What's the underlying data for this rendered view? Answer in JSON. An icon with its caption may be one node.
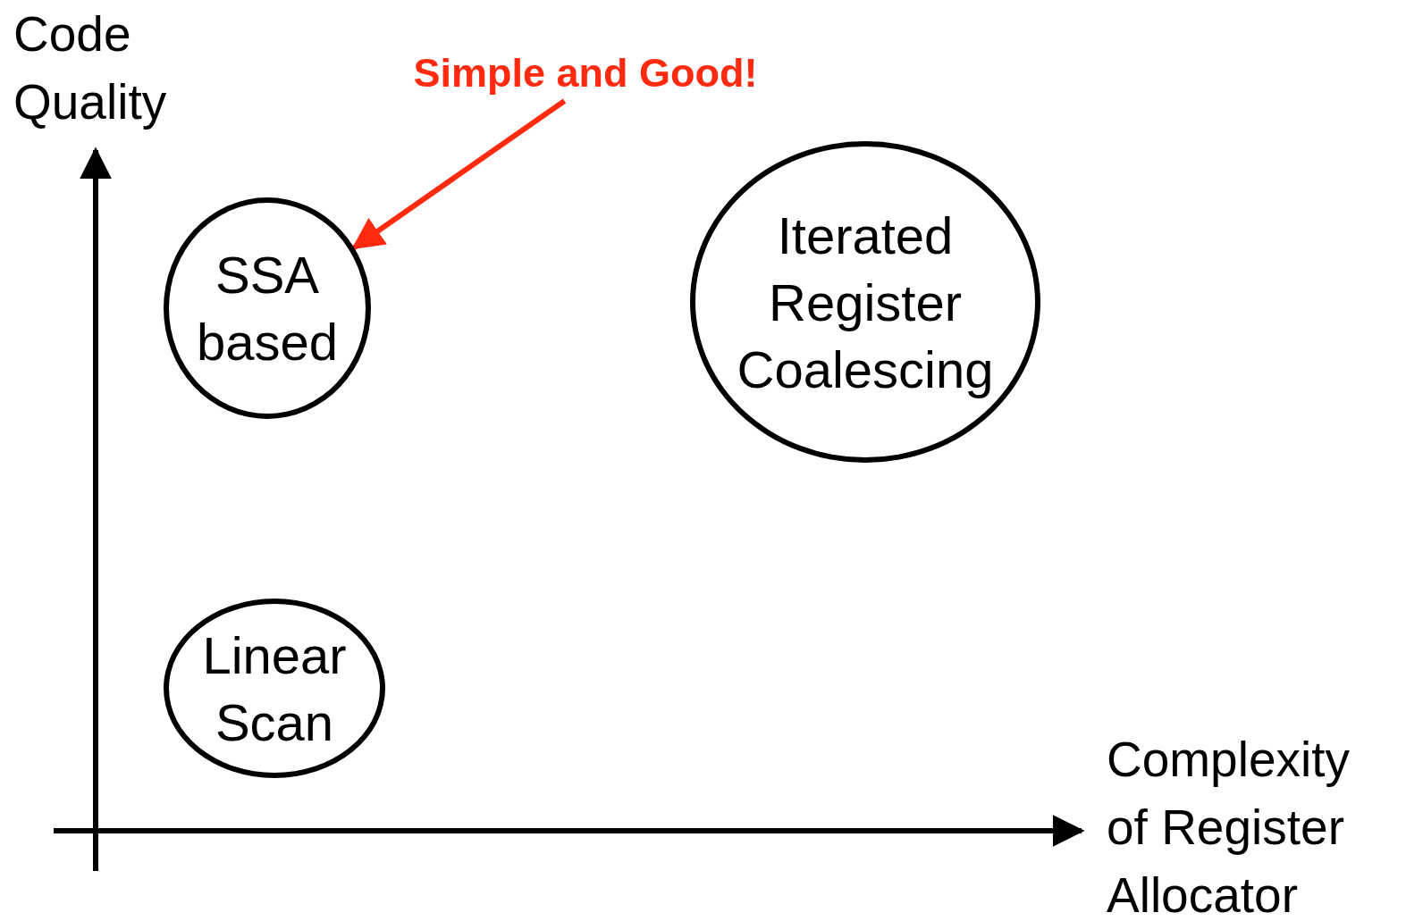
{
  "diagram": {
    "nodes": [
      {
        "text": [
          "Simple and Good!"
        ]
      },
      {
        "text": [
          "SSA based"
        ]
      },
      {
        "text": [
          "Iterated Register Coalescing"
        ]
      },
      {
        "text": [
          "Linear Scan"
        ]
      }
    ],
    "edges": [
      {
        "from": 0,
        "to": 1,
        "arrow": "to",
        "color": "#ff2a0f"
      }
    ],
    "labels": [
      "Code Quality",
      "Complexity of Register Allocator"
    ]
  }
}
